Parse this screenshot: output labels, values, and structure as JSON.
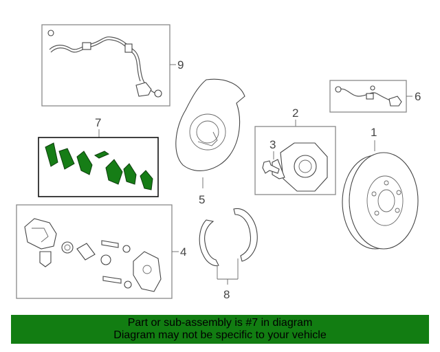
{
  "callouts": {
    "c1": "1",
    "c2": "2",
    "c3": "3",
    "c4": "4",
    "c5": "5",
    "c6": "6",
    "c7": "7",
    "c8": "8",
    "c9": "9"
  },
  "banner": {
    "line1": "Part or sub-assembly is #7 in diagram",
    "line2": "Diagram may not be specific to your vehicle",
    "color": "#127d12"
  },
  "highlight_color": "#167d16"
}
